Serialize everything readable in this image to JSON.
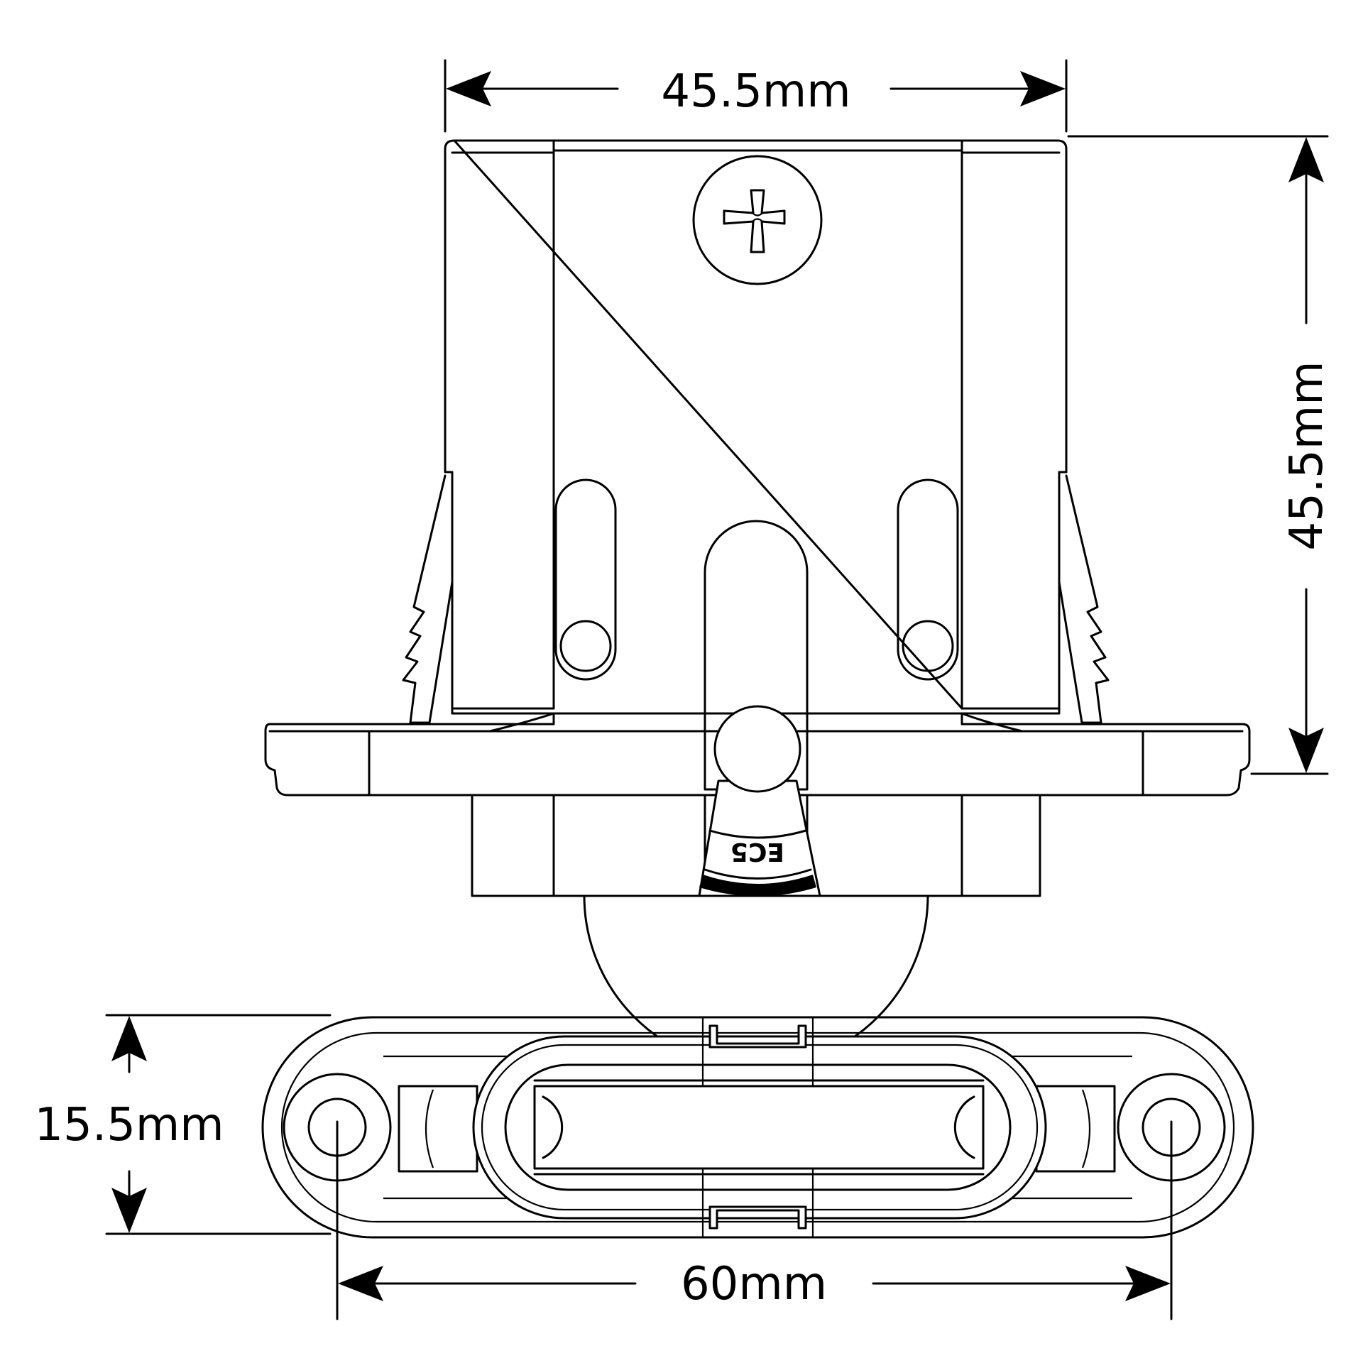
{
  "dimensions": {
    "top_width": "45.5mm",
    "right_height": "45.5mm",
    "left_thickness": "15.5mm",
    "bottom_length": "60mm"
  },
  "wheel_stamp": "EC5"
}
